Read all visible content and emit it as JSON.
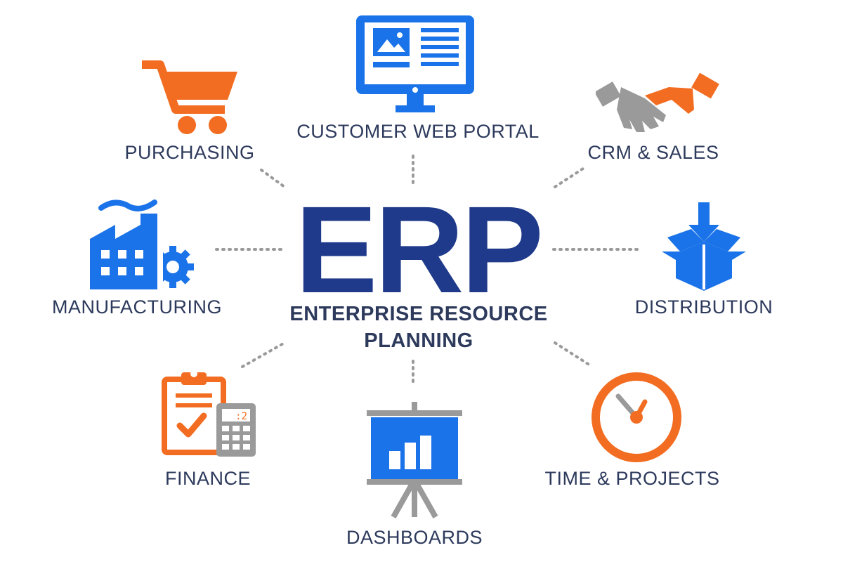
{
  "center": {
    "title": "ERP",
    "subtitle_line1": "ENTERPRISE RESOURCE",
    "subtitle_line2": "PLANNING"
  },
  "modules": {
    "customer_web_portal": {
      "label": "CUSTOMER WEB PORTAL",
      "icon": "monitor-icon"
    },
    "purchasing": {
      "label": "PURCHASING",
      "icon": "shopping-cart-icon"
    },
    "crm_sales": {
      "label": "CRM & SALES",
      "icon": "handshake-icon"
    },
    "manufacturing": {
      "label": "MANUFACTURING",
      "icon": "factory-icon"
    },
    "distribution": {
      "label": "DISTRIBUTION",
      "icon": "box-icon"
    },
    "finance": {
      "label": "FINANCE",
      "icon": "clipboard-calculator-icon"
    },
    "dashboards": {
      "label": "DASHBOARDS",
      "icon": "presentation-chart-icon"
    },
    "time_projects": {
      "label": "TIME & PROJECTS",
      "icon": "clock-icon"
    }
  },
  "colors": {
    "blue": "#1a73e8",
    "navy": "#1f3a8a",
    "orange": "#f26d21",
    "gray": "#9a9a9a",
    "text": "#2d3a5c"
  }
}
